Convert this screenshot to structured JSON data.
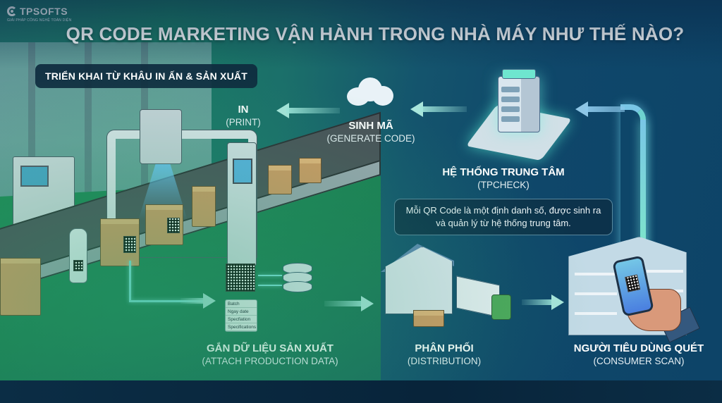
{
  "brand": {
    "name": "TPSOFTS",
    "tagline": "GIẢI PHÁP CÔNG NGHỆ TOÀN DIỆN",
    "logo_icon": "tpsofts-logo-icon"
  },
  "title": "QR CODE MARKETING VẬN HÀNH TRONG NHÀ MÁY NHƯ THẾ NÀO?",
  "stage_pill": "TRIỂN KHAI TỪ KHÂU IN ẤN & SẢN XUẤT",
  "steps": {
    "print": {
      "vn": "IN",
      "en": "(PRINT)",
      "icon": "printer-gantry-icon"
    },
    "generate": {
      "vn": "SINH MÃ",
      "en": "(GENERATE CODE)",
      "icon": "cloud-server-icon"
    },
    "central": {
      "vn": "HỆ THỐNG TRUNG TÂM",
      "en": "(TPCHECK)",
      "icon": "server-tower-icon"
    },
    "attach": {
      "vn": "GẮN DỮ LIỆU SẢN XUẤT",
      "en": "(ATTACH PRODUCTION DATA)",
      "icon": "database-icon"
    },
    "distribution": {
      "vn": "PHÂN PHỐI",
      "en": "(DISTRIBUTION)",
      "icon": "warehouse-truck-icon"
    },
    "consumer": {
      "vn": "NGƯỜI TIÊU DÙNG QUÉT",
      "en": "(CONSUMER SCAN)",
      "icon": "phone-scan-icon"
    }
  },
  "info_box": "Mỗi QR Code là một định danh số, được sinh ra và quản lý từ hệ thống trung tâm.",
  "data_card": {
    "rows": [
      "Batch",
      "Ngay date",
      "Specfiation",
      "Specifications"
    ]
  },
  "flow": [
    "NGƯỜI TIÊU DÙNG QUÉT → HỆ THỐNG TRUNG TÂM",
    "HỆ THỐNG TRUNG TÂM → SINH MÃ",
    "SINH MÃ → IN",
    "IN → GẮN DỮ LIỆU SẢN XUẤT",
    "GẮN DỮ LIỆU SẢN XUẤT → PHÂN PHỐI",
    "PHÂN PHỐI → NGƯỜI TIÊU DÙNG QUÉT"
  ],
  "colors": {
    "bg_left": "#1b7a64",
    "bg_right": "#0d4468",
    "arrow": "#a9e6dc",
    "pill_bg": "#0e2a3e",
    "text": "#ffffff"
  }
}
